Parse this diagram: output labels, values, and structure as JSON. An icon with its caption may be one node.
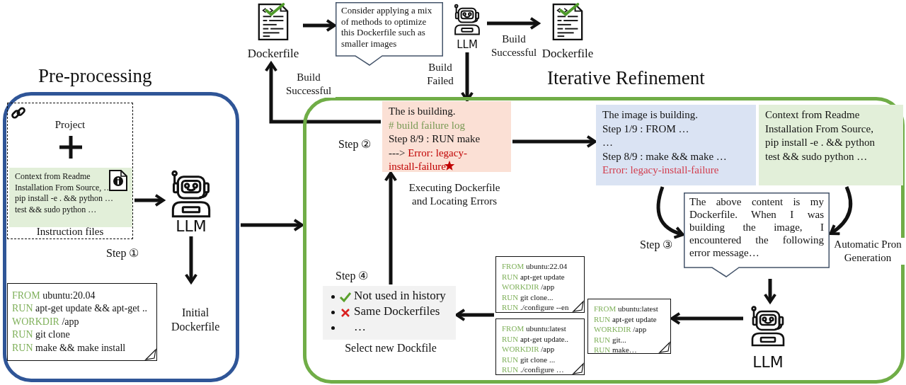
{
  "diagram": {
    "nodes": [
      {
        "text": [
          "Pre-processing"
        ]
      },
      {
        "text": [
          "Project",
          "Instruction files"
        ],
        "in": 0
      },
      {
        "text": [
          "Context from Readme",
          "Installation From Source, …",
          "pip install -e . && python …",
          "test && sudo python …"
        ],
        "in": 1
      },
      {
        "text": [
          "LLM"
        ],
        "in": 0
      },
      {
        "text": [
          "FROM ubuntu:20.04",
          "RUN apt-get update && apt-get ..",
          "WORKDIR /app",
          "RUN git clone",
          "RUN make && make install"
        ],
        "in": 0,
        "beside": [
          "Initial Dockerfile"
        ]
      },
      {
        "text": [
          "Iterative Refinement"
        ]
      },
      {
        "text": [
          "Dockerfile"
        ]
      },
      {
        "text": [
          "Consider applying a mix of methods to optimize this Dockerfile such as smaller images"
        ]
      },
      {
        "text": [
          "LLM"
        ]
      },
      {
        "text": [
          "Dockerfile"
        ]
      },
      {
        "text": [
          "The is building.",
          "# build failure log",
          "Step 8/9 : RUN make",
          "---> Error: legacy-install-failure"
        ],
        "in": 5,
        "beside": [
          "Step ②",
          "Executing Dockerfile and Locating Errors"
        ]
      },
      {
        "text": [
          "The image is building.",
          "Step 1/9 : FROM …",
          "…",
          "Step 8/9 : make && make …",
          "Error: legacy-install-failure"
        ],
        "in": 5
      },
      {
        "text": [
          "Context from Readme",
          "Installation From Source,",
          "pip install -e . && python",
          "test && sudo python …"
        ],
        "in": 5
      },
      {
        "text": [
          "The above content is my Dockerfile. When I was building the image, I encountered the following error message…"
        ],
        "in": 5,
        "beside": [
          "Step ③"
        ]
      },
      {
        "text": [
          "LLM"
        ],
        "in": 5
      },
      {
        "text": [
          "FROM ubuntu:latest",
          "RUN apt-get update",
          "WORKDIR /app",
          "RUN git...",
          "RUN make…"
        ],
        "in": 5
      },
      {
        "text": [
          "FROM ubuntu:22.04",
          "RUN apt-get update",
          "WORKDIR /app",
          "RUN git clone...",
          "RUN ./configure --en"
        ],
        "in": 5
      },
      {
        "text": [
          "FROM ubuntu:latest",
          "RUN apt-get update..",
          "WORKDIR /app",
          "RUN git clone ...",
          "RUN ./configure …"
        ],
        "in": 5
      },
      {
        "text": [
          "Not used in history",
          "Same Dockerfiles",
          "…"
        ],
        "in": 5,
        "beside": [
          "Step ④",
          "Select new Dockfile"
        ]
      }
    ],
    "edges": [
      {
        "from": 1,
        "to": 3,
        "arrow": "to"
      },
      {
        "from": 3,
        "to": 4,
        "arrow": "to"
      },
      {
        "from": 0,
        "to": 5,
        "arrow": "to"
      },
      {
        "from": 6,
        "to": 7,
        "arrow": "to"
      },
      {
        "from": 8,
        "to": 9,
        "arrow": "to",
        "label": "Build Successful"
      },
      {
        "from": 8,
        "to": 10,
        "arrow": "to",
        "label": "Build Failed"
      },
      {
        "from": 10,
        "to": 6,
        "arrow": "to",
        "label": "Build Successful"
      },
      {
        "from": 10,
        "to": 11,
        "arrow": "to"
      },
      {
        "from": 11,
        "to": 13,
        "arrow": "to"
      },
      {
        "from": 12,
        "to": 13,
        "arrow": "to",
        "label": "Automatic Pron Generation"
      },
      {
        "from": 13,
        "to": 14,
        "arrow": "to"
      },
      {
        "from": 14,
        "to": 15,
        "arrow": "to"
      },
      {
        "from": 16,
        "to": 18,
        "arrow": "to"
      },
      {
        "from": 17,
        "to": 18,
        "arrow": "to"
      },
      {
        "from": 18,
        "to": 10,
        "arrow": "to"
      }
    ],
    "labels": [
      "Step ①"
    ]
  }
}
